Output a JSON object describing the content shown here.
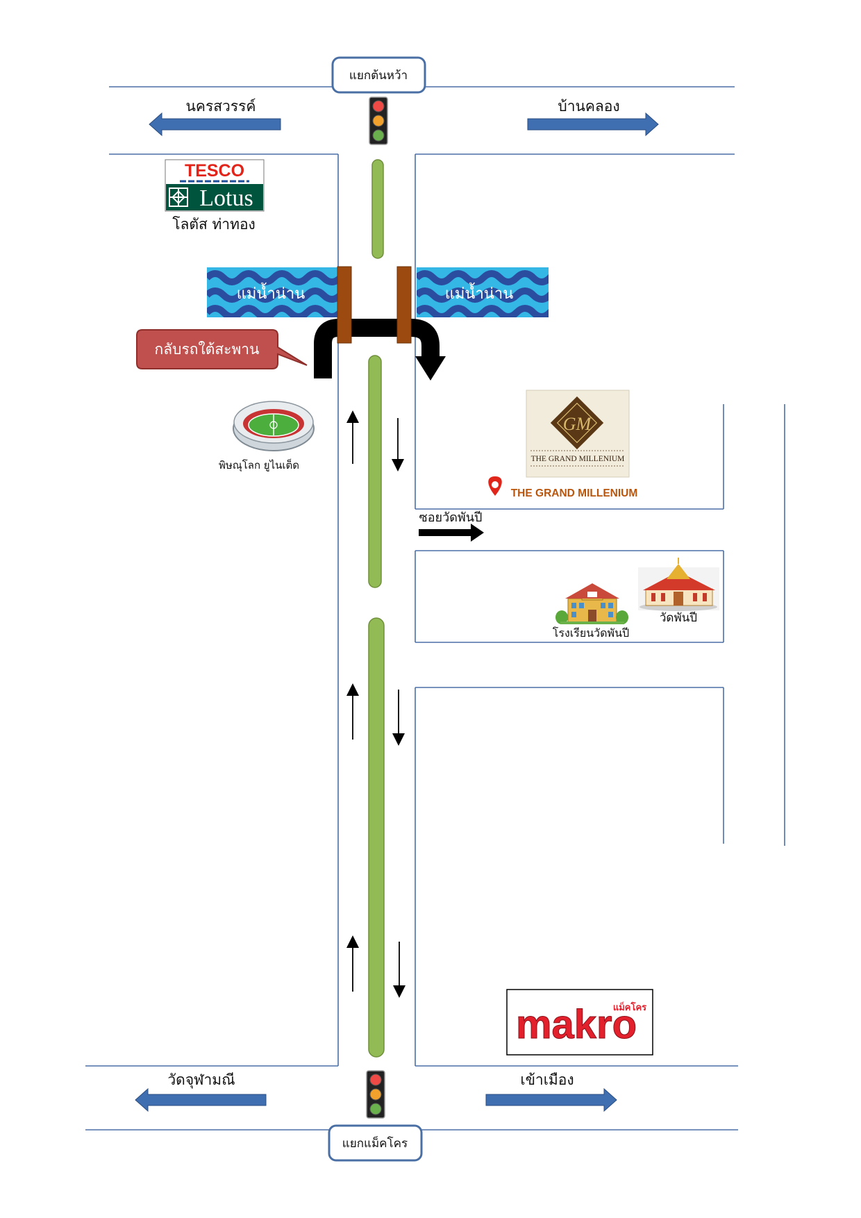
{
  "intersections": {
    "top": "แยกต้นหว้า",
    "bottom": "แยกแม็คโคร"
  },
  "directions": {
    "top_left": "นครสวรรค์",
    "top_right": "บ้านคลอง",
    "bottom_left": "วัดจุฬามณี",
    "bottom_right": "เข้าเมือง"
  },
  "landmarks": {
    "tesco_brand": "TESCO",
    "tesco_sub": "Lotus",
    "tesco_caption": "โลตัส ท่าทอง",
    "stadium_caption": "พิษณุโลก ยูไนเต็ด",
    "grand_logo_monogram": "GM",
    "grand_logo_text": "THE GRAND MILLENIUM",
    "grand_pin_label": "THE GRAND MILLENIUM",
    "school_caption": "โรงเรียนวัดพันปี",
    "temple_caption": "วัดพันปี",
    "makro_brand": "makro",
    "makro_thai": "แม็คโคร"
  },
  "river": {
    "left_label": "แม่น้ำน่าน",
    "right_label": "แม่น้ำน่าน"
  },
  "callout": "กลับรถใต้สะพาน",
  "soi_label": "ซอยวัดพันปี",
  "colors": {
    "road_line": "#4a6fa5",
    "arrow_blue": "#3f6fb0",
    "median_green": "#92bb55",
    "bridge_brown": "#9c4a10",
    "callout_red": "#c0504d",
    "river_dark": "#2b4da0",
    "river_light": "#35b7e6",
    "pin_red": "#e0261b",
    "gm_text": "#b8560e",
    "makro_red": "#e3212d",
    "tesco_green": "#00543d",
    "tesco_red": "#e1251b"
  }
}
